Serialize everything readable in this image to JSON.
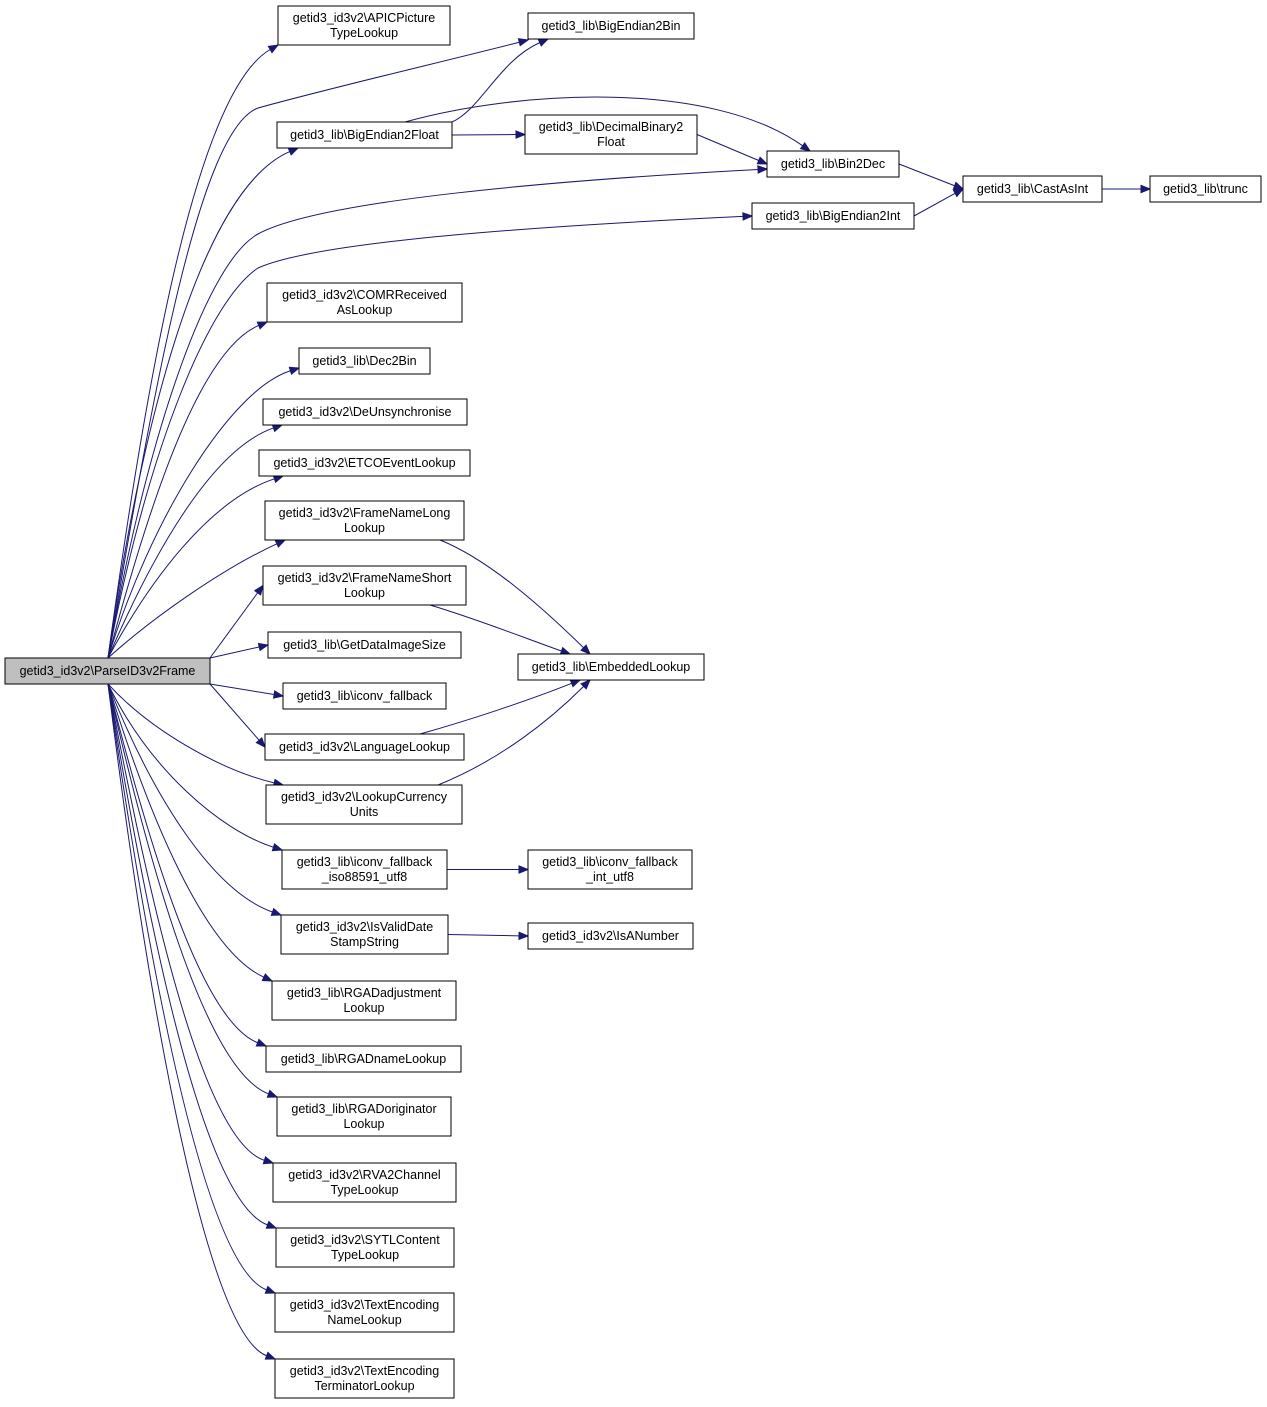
{
  "colors": {
    "edge": "#191970",
    "root_fill": "#bfbfbf",
    "node_fill": "#ffffff",
    "border": "#000000"
  },
  "nodes": [
    {
      "id": "ParseID3v2Frame",
      "lines": [
        "getid3_id3v2\\ParseID3v2Frame"
      ],
      "root": true
    },
    {
      "id": "APICPictureTypeLookup",
      "lines": [
        "getid3_id3v2\\APICPicture",
        "TypeLookup"
      ]
    },
    {
      "id": "BigEndian2Bin",
      "lines": [
        "getid3_lib\\BigEndian2Bin"
      ]
    },
    {
      "id": "BigEndian2Float",
      "lines": [
        "getid3_lib\\BigEndian2Float"
      ]
    },
    {
      "id": "DecimalBinary2Float",
      "lines": [
        "getid3_lib\\DecimalBinary2",
        "Float"
      ]
    },
    {
      "id": "Bin2Dec",
      "lines": [
        "getid3_lib\\Bin2Dec"
      ]
    },
    {
      "id": "CastAsInt",
      "lines": [
        "getid3_lib\\CastAsInt"
      ]
    },
    {
      "id": "trunc",
      "lines": [
        "getid3_lib\\trunc"
      ]
    },
    {
      "id": "BigEndian2Int",
      "lines": [
        "getid3_lib\\BigEndian2Int"
      ]
    },
    {
      "id": "COMRReceivedAsLookup",
      "lines": [
        "getid3_id3v2\\COMRReceived",
        "AsLookup"
      ]
    },
    {
      "id": "Dec2Bin",
      "lines": [
        "getid3_lib\\Dec2Bin"
      ]
    },
    {
      "id": "DeUnsynchronise",
      "lines": [
        "getid3_id3v2\\DeUnsynchronise"
      ]
    },
    {
      "id": "ETCOEventLookup",
      "lines": [
        "getid3_id3v2\\ETCOEventLookup"
      ]
    },
    {
      "id": "FrameNameLongLookup",
      "lines": [
        "getid3_id3v2\\FrameNameLong",
        "Lookup"
      ]
    },
    {
      "id": "FrameNameShortLookup",
      "lines": [
        "getid3_id3v2\\FrameNameShort",
        "Lookup"
      ]
    },
    {
      "id": "EmbeddedLookup",
      "lines": [
        "getid3_lib\\EmbeddedLookup"
      ]
    },
    {
      "id": "GetDataImageSize",
      "lines": [
        "getid3_lib\\GetDataImageSize"
      ]
    },
    {
      "id": "iconv_fallback",
      "lines": [
        "getid3_lib\\iconv_fallback"
      ]
    },
    {
      "id": "LanguageLookup",
      "lines": [
        "getid3_id3v2\\LanguageLookup"
      ]
    },
    {
      "id": "LookupCurrencyUnits",
      "lines": [
        "getid3_id3v2\\LookupCurrency",
        "Units"
      ]
    },
    {
      "id": "iconv_fallback_iso88591_utf8",
      "lines": [
        "getid3_lib\\iconv_fallback",
        "_iso88591_utf8"
      ]
    },
    {
      "id": "iconv_fallback_int_utf8",
      "lines": [
        "getid3_lib\\iconv_fallback",
        "_int_utf8"
      ]
    },
    {
      "id": "IsValidDateStampString",
      "lines": [
        "getid3_id3v2\\IsValidDate",
        "StampString"
      ]
    },
    {
      "id": "IsANumber",
      "lines": [
        "getid3_id3v2\\IsANumber"
      ]
    },
    {
      "id": "RGADadjustmentLookup",
      "lines": [
        "getid3_lib\\RGADadjustment",
        "Lookup"
      ]
    },
    {
      "id": "RGADnameLookup",
      "lines": [
        "getid3_lib\\RGADnameLookup"
      ]
    },
    {
      "id": "RGADoriginatorLookup",
      "lines": [
        "getid3_lib\\RGADoriginator",
        "Lookup"
      ]
    },
    {
      "id": "RVA2ChannelTypeLookup",
      "lines": [
        "getid3_id3v2\\RVA2Channel",
        "TypeLookup"
      ]
    },
    {
      "id": "SYTLContentTypeLookup",
      "lines": [
        "getid3_id3v2\\SYTLContent",
        "TypeLookup"
      ]
    },
    {
      "id": "TextEncodingNameLookup",
      "lines": [
        "getid3_id3v2\\TextEncoding",
        "NameLookup"
      ]
    },
    {
      "id": "TextEncodingTerminatorLookup",
      "lines": [
        "getid3_id3v2\\TextEncoding",
        "TerminatorLookup"
      ]
    }
  ],
  "edges": [
    [
      "ParseID3v2Frame",
      "APICPictureTypeLookup"
    ],
    [
      "ParseID3v2Frame",
      "BigEndian2Bin"
    ],
    [
      "ParseID3v2Frame",
      "BigEndian2Float"
    ],
    [
      "ParseID3v2Frame",
      "Bin2Dec"
    ],
    [
      "ParseID3v2Frame",
      "BigEndian2Int"
    ],
    [
      "ParseID3v2Frame",
      "COMRReceivedAsLookup"
    ],
    [
      "ParseID3v2Frame",
      "Dec2Bin"
    ],
    [
      "ParseID3v2Frame",
      "DeUnsynchronise"
    ],
    [
      "ParseID3v2Frame",
      "ETCOEventLookup"
    ],
    [
      "ParseID3v2Frame",
      "FrameNameLongLookup"
    ],
    [
      "ParseID3v2Frame",
      "FrameNameShortLookup"
    ],
    [
      "ParseID3v2Frame",
      "GetDataImageSize"
    ],
    [
      "ParseID3v2Frame",
      "iconv_fallback"
    ],
    [
      "ParseID3v2Frame",
      "LanguageLookup"
    ],
    [
      "ParseID3v2Frame",
      "LookupCurrencyUnits"
    ],
    [
      "ParseID3v2Frame",
      "iconv_fallback_iso88591_utf8"
    ],
    [
      "ParseID3v2Frame",
      "IsValidDateStampString"
    ],
    [
      "ParseID3v2Frame",
      "RGADadjustmentLookup"
    ],
    [
      "ParseID3v2Frame",
      "RGADnameLookup"
    ],
    [
      "ParseID3v2Frame",
      "RGADoriginatorLookup"
    ],
    [
      "ParseID3v2Frame",
      "RVA2ChannelTypeLookup"
    ],
    [
      "ParseID3v2Frame",
      "SYTLContentTypeLookup"
    ],
    [
      "ParseID3v2Frame",
      "TextEncodingNameLookup"
    ],
    [
      "ParseID3v2Frame",
      "TextEncodingTerminatorLookup"
    ],
    [
      "BigEndian2Float",
      "BigEndian2Bin"
    ],
    [
      "BigEndian2Float",
      "DecimalBinary2Float"
    ],
    [
      "BigEndian2Float",
      "Bin2Dec"
    ],
    [
      "DecimalBinary2Float",
      "Bin2Dec"
    ],
    [
      "Bin2Dec",
      "CastAsInt"
    ],
    [
      "BigEndian2Int",
      "CastAsInt"
    ],
    [
      "CastAsInt",
      "trunc"
    ],
    [
      "FrameNameLongLookup",
      "EmbeddedLookup"
    ],
    [
      "FrameNameShortLookup",
      "EmbeddedLookup"
    ],
    [
      "LanguageLookup",
      "EmbeddedLookup"
    ],
    [
      "LookupCurrencyUnits",
      "EmbeddedLookup"
    ],
    [
      "iconv_fallback_iso88591_utf8",
      "iconv_fallback_int_utf8"
    ],
    [
      "IsValidDateStampString",
      "IsANumber"
    ]
  ]
}
